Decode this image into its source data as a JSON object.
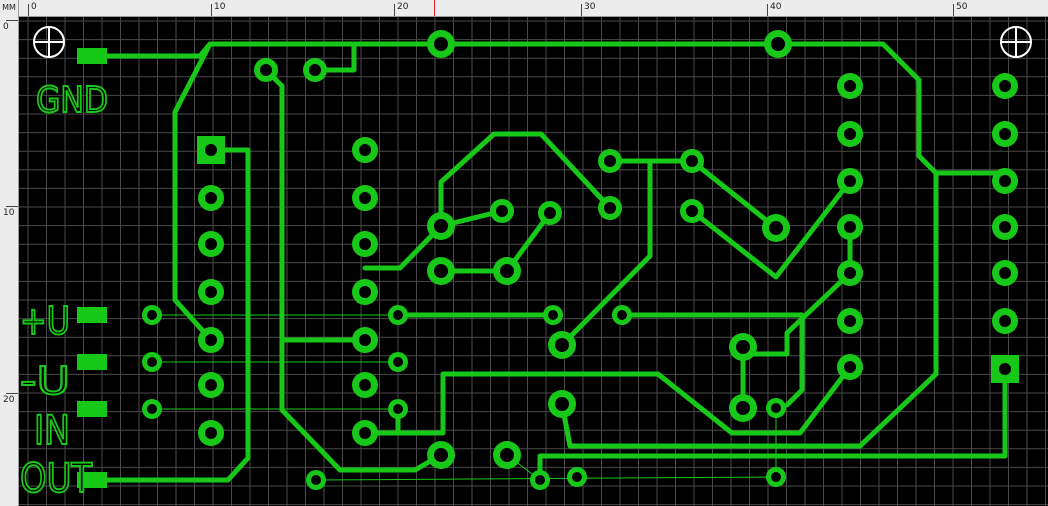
{
  "ruler": {
    "unit_label": "MM",
    "top_labels": [
      "0",
      "10",
      "20",
      "30",
      "40",
      "50"
    ],
    "left_labels": [
      "0",
      "10",
      "20"
    ],
    "cursor_mark_color": "#e02020"
  },
  "colors": {
    "background": "#000000",
    "copper": "#18c818",
    "grid": "#5a5a5a",
    "ratsnest": "#18c818",
    "mounting_hole": "#ffffff",
    "ruler_bg": "#ececec"
  },
  "silkscreen": {
    "gnd": "GND",
    "plus_u": "+U",
    "minus_u": "-U",
    "in": "IN",
    "out": "OUT"
  }
}
